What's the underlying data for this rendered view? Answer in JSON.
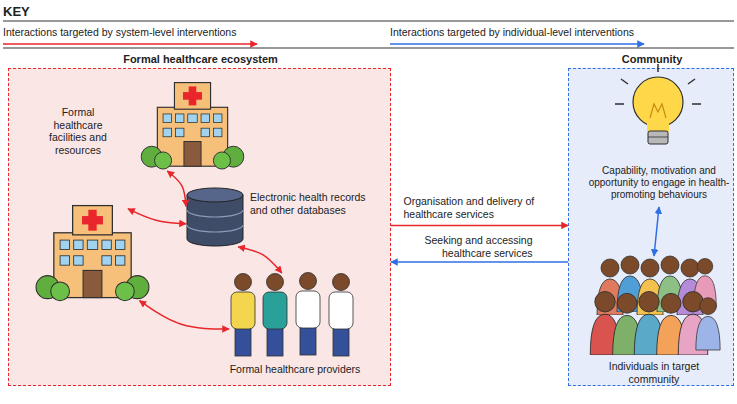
{
  "diagram": {
    "nodes": [
      {
        "text": [
          "Formal healthcare ecosystem"
        ]
      },
      {
        "text": [
          "Formal healthcare facilities and resources"
        ],
        "in": 0
      },
      {
        "text": [],
        "in": 0
      },
      {
        "text": [
          "Electronic health records and other databases"
        ],
        "in": 0
      },
      {
        "text": [
          "Formal healthcare providers"
        ],
        "in": 0
      },
      {
        "text": [
          "Community"
        ]
      },
      {
        "text": [
          "Capability, motivation and opportunity to engage in health-promoting behaviours"
        ],
        "in": 5
      },
      {
        "text": [
          "Individuals in target community"
        ],
        "in": 5
      }
    ],
    "edges": [
      {
        "from": 1,
        "to": 3,
        "arrow": "both"
      },
      {
        "from": 2,
        "to": 3,
        "arrow": "both"
      },
      {
        "from": 3,
        "to": 4,
        "arrow": "both"
      },
      {
        "from": 2,
        "to": 4,
        "arrow": "both"
      },
      {
        "from": 0,
        "to": 5,
        "label": "Organisation and delivery of healthcare services",
        "arrow": "to"
      },
      {
        "from": 5,
        "to": 0,
        "label": "Seeking and accessing healthcare services",
        "arrow": "to"
      },
      {
        "from": 6,
        "to": 7,
        "arrow": "both"
      }
    ],
    "labels": [
      "KEY"
    ],
    "legend": [
      {
        "text": "Interactions targeted by system-level interventions"
      },
      {
        "text": "Interactions targeted by individual-level interventions"
      }
    ]
  }
}
